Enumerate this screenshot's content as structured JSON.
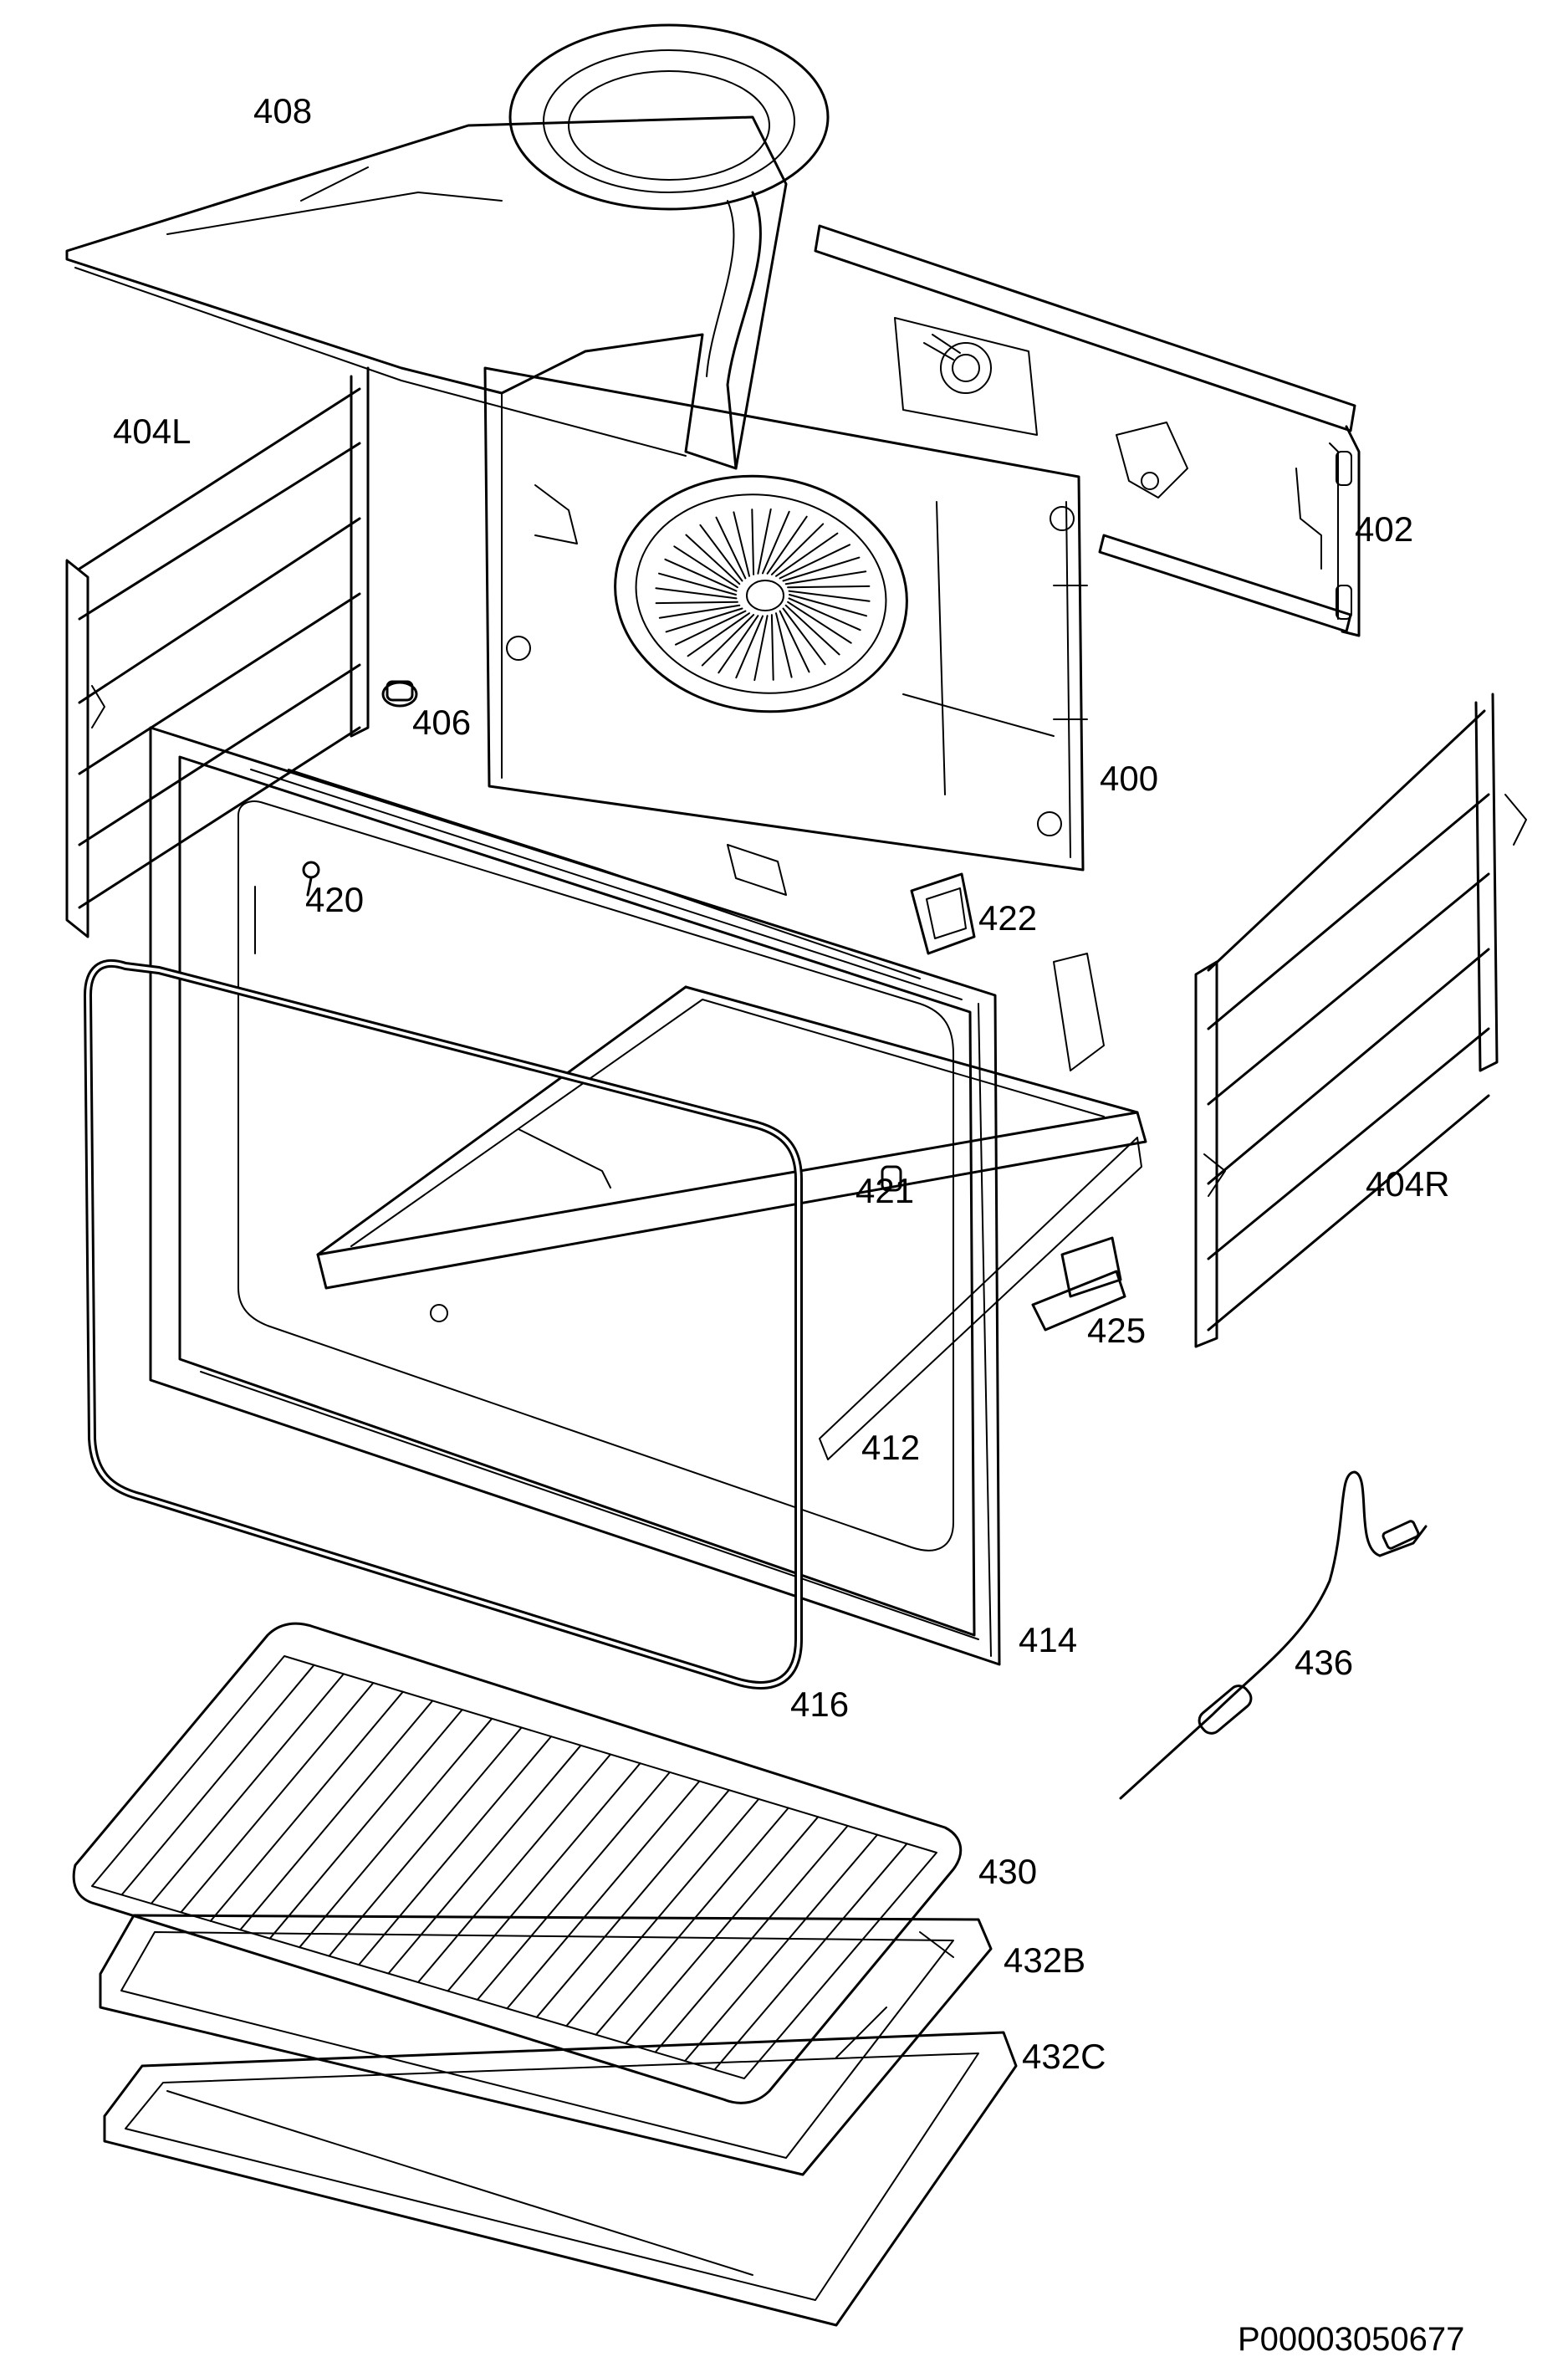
{
  "labels": {
    "p408": "408",
    "p404L": "404L",
    "p402": "402",
    "p406": "406",
    "p400": "400",
    "p420": "420",
    "p422": "422",
    "p421": "421",
    "p404R": "404R",
    "p425": "425",
    "p412": "412",
    "p414": "414",
    "p416": "416",
    "p436": "436",
    "p430": "430",
    "p432B": "432B",
    "p432C": "432C"
  },
  "drawing_code": "P00003050677"
}
